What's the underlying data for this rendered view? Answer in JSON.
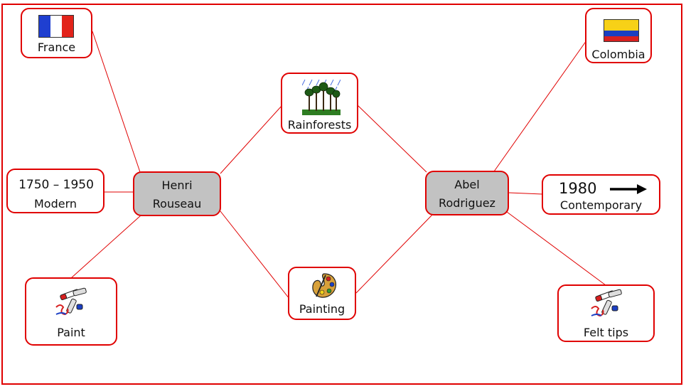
{
  "colors": {
    "border": "#e00000",
    "hub_fill": "#c2c2c2",
    "node_fill": "#ffffff",
    "link": "#e00000"
  },
  "hubs": {
    "rouseau": {
      "line1": "Henri",
      "line2": "Rouseau"
    },
    "rodriguez": {
      "line1": "Abel",
      "line2": "Rodriguez"
    }
  },
  "nodes": {
    "france": {
      "label": "France",
      "icon": "france-flag"
    },
    "modern": {
      "label": "Modern",
      "years": "1750 – 1950"
    },
    "paint": {
      "label": "Paint",
      "icon": "paint-markers-icon"
    },
    "rainforests": {
      "label": "Rainforests",
      "icon": "rainforest-icon"
    },
    "painting": {
      "label": "Painting",
      "icon": "palette-icon"
    },
    "colombia": {
      "label": "Colombia",
      "icon": "colombia-flag"
    },
    "contemporary": {
      "label": "Contemporary",
      "year": "1980"
    },
    "felt_tips": {
      "label": "Felt tips",
      "icon": "felt-tip-pens-icon"
    }
  }
}
